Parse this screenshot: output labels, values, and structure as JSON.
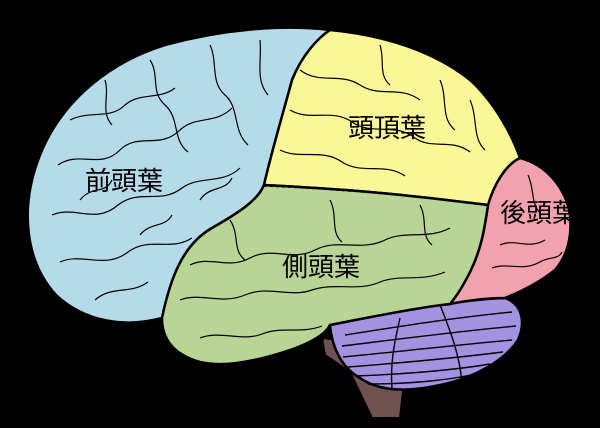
{
  "labels": {
    "frontal": "前頭葉",
    "parietal": "頭頂葉",
    "occipital": "後頭葉",
    "temporal": "側頭葉"
  },
  "colors": {
    "background": "#000000",
    "frontal": "#b5dbea",
    "parietal": "#fbf799",
    "occipital": "#f3a1ad",
    "temporal": "#b9d595",
    "cerebellum": "#a392e0",
    "brainstem": "#6f5151",
    "outline": "#000000"
  }
}
